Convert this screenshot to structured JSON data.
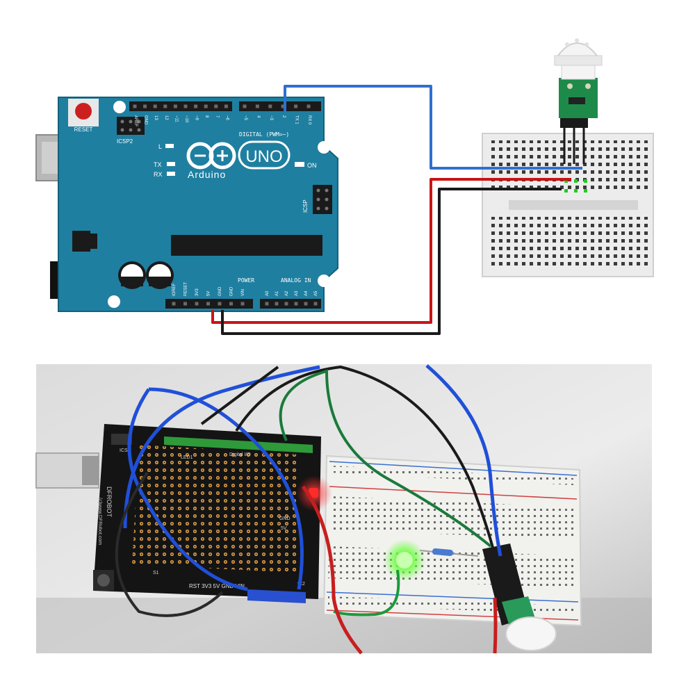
{
  "board": {
    "reset_label": "RESET",
    "icsp2_label": "ICSP2",
    "icsp_label": "ICSP",
    "l_label": "L",
    "tx_label": "TX",
    "rx_label": "RX",
    "on_label": "ON",
    "brand_model": "UNO",
    "brand_name": "Arduino",
    "digital_label": "DIGITAL (PWM=~)",
    "power_label": "POWER",
    "analog_label": "ANALOG IN",
    "top_pins": [
      "AREF",
      "GND",
      "13",
      "12",
      "~11",
      "~10",
      "~9",
      "8",
      "7",
      "~6",
      "~5",
      "4",
      "~3",
      "2",
      "TX 1",
      "RX 0"
    ],
    "power_pins": [
      "IOREF",
      "RESET",
      "3V3",
      "5V",
      "GND",
      "GND",
      "VIN"
    ],
    "analog_pins": [
      "A0",
      "A1",
      "A2",
      "A3",
      "A4",
      "A5"
    ]
  },
  "photo": {
    "shield_brand": "DFROBOT",
    "shield_url": "(c)www.DFRobot.com",
    "shield_icsp": "ICSP",
    "shield_led": "LED1",
    "shield_digital": "Digital I/O",
    "shield_gnd": "GND",
    "shield_5v": "5V",
    "shield_power_pins": "RST 3V3 5V GND VIN",
    "shield_s1": "S1",
    "shield_ic2": "IC2"
  },
  "colors": {
    "board": "#1f7fa0",
    "wire_signal": "#2f6fd0",
    "wire_vcc": "#c81414",
    "wire_gnd": "#1a1a1a",
    "led": "#5cff3a"
  }
}
